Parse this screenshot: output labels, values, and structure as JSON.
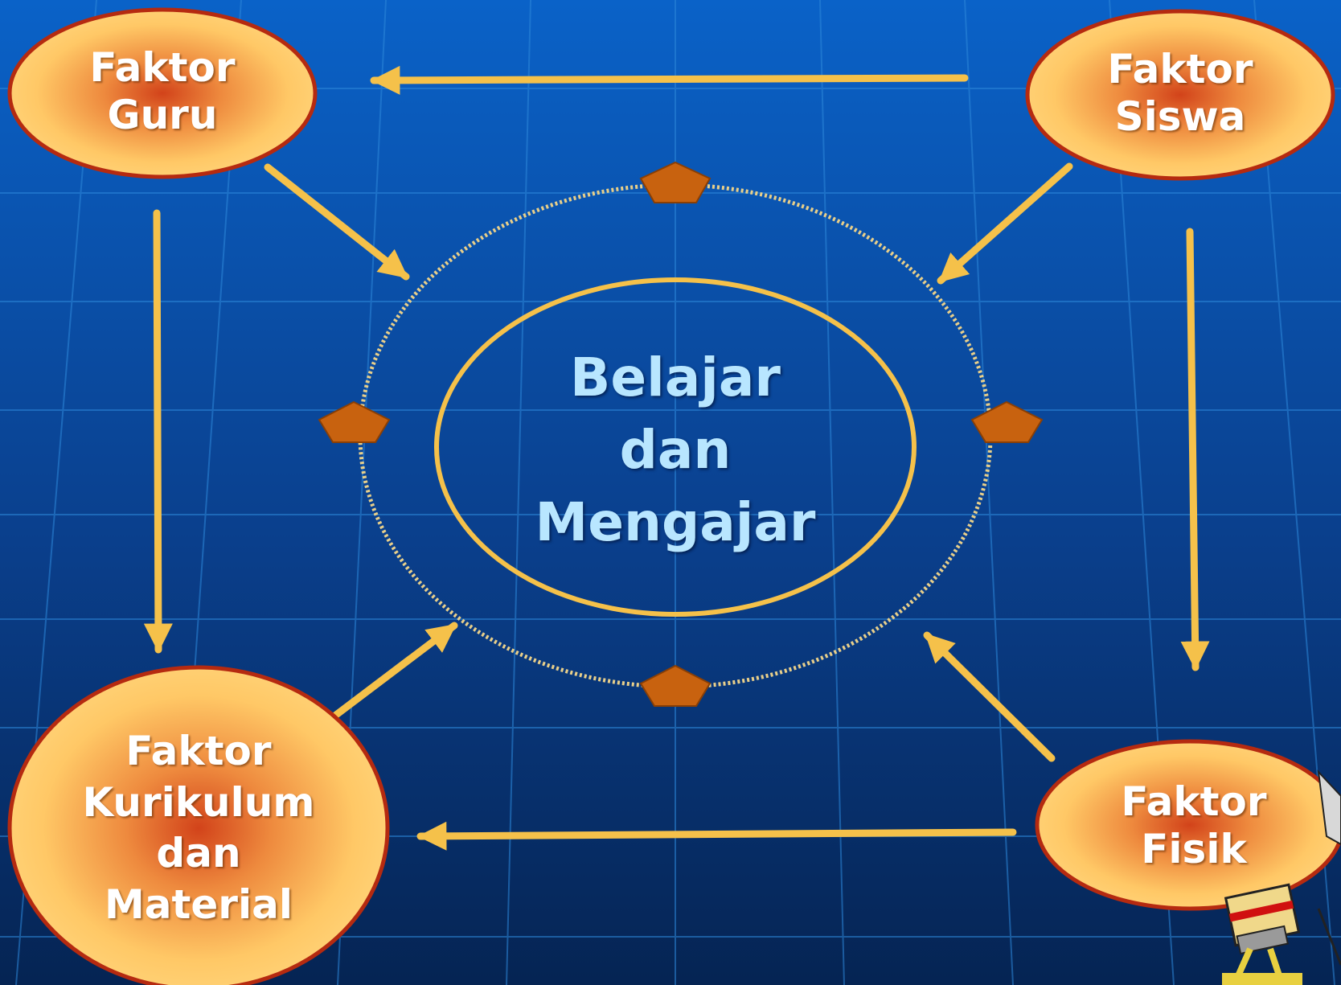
{
  "colors": {
    "background_top": "#0a5fc4",
    "background_bottom": "#05285e",
    "grid_line": "#2a86d8",
    "node_fill_center": "#d24a1a",
    "node_fill_outer": "#ffcf68",
    "node_border": "#b52a10",
    "arrow": "#f5c14a",
    "center_ellipse_stroke": "#f5c14a",
    "pentagon": "#c45f12",
    "center_text": "#b8e6ff"
  },
  "nodes": {
    "guru": {
      "lines": [
        "Faktor",
        "Guru"
      ]
    },
    "siswa": {
      "lines": [
        "Faktor",
        "Siswa"
      ]
    },
    "kurikulum": {
      "lines": [
        "Faktor",
        "Kurikulum",
        "dan",
        "Material"
      ]
    },
    "fisik": {
      "lines": [
        "Faktor",
        "Fisik"
      ]
    }
  },
  "center": {
    "lines": [
      "Belajar",
      "dan",
      "Mengajar"
    ]
  },
  "icons": {
    "corner_clipart": "camera-tripod-icon"
  }
}
